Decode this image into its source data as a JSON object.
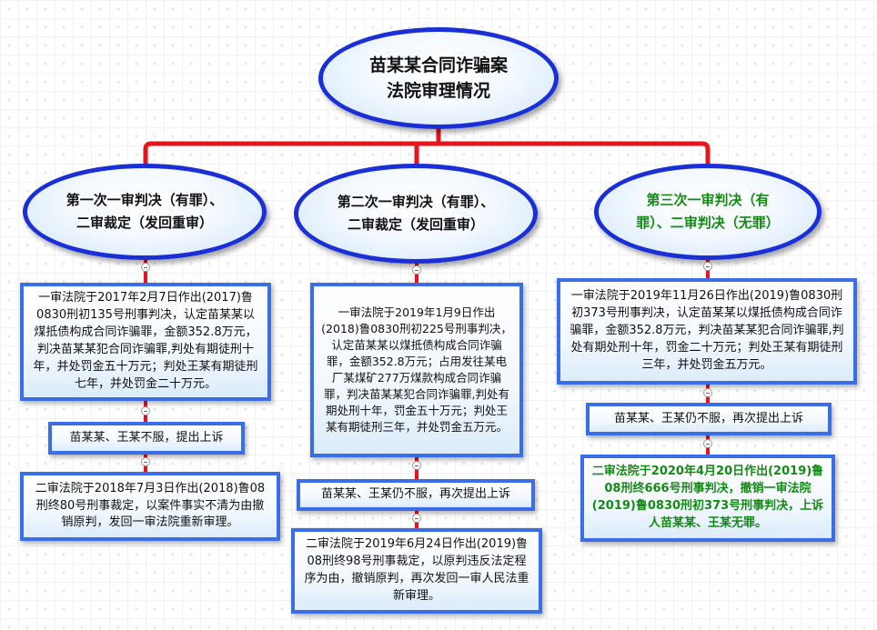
{
  "root": {
    "line1": "苗某某合同诈骗案",
    "line2": "法院审理情况"
  },
  "branches": [
    {
      "title_line1": "第一次一审判决（有罪）、",
      "title_line2": "二审裁定（发回重审）",
      "boxes": [
        "一审法院于2017年2月7日作出(2017)鲁0830刑初135号刑事判决，认定苗某某以煤抵债构成合同诈骗罪，金额352.8万元，判决苗某某犯合同诈骗罪,判处有期徒刑十年，并处罚金五十万元；判处王某有期徒刑七年，并处罚金二十万元。",
        "苗某某、王某不服，提出上诉",
        "二审法院于2018年7月3日作出(2018)鲁08刑终80号刑事裁定，以案件事实不清为由撤销原判，发回一审法院重新审理。"
      ]
    },
    {
      "title_line1": "第二次一审判决（有罪）、",
      "title_line2": "二审裁定（发回重审）",
      "boxes": [
        "一审法院于2019年1月9日作出(2018)鲁0830刑初225号刑事判决，认定苗某某以煤抵债构成合同诈骗罪，金额352.8万元；占用发往某电厂某煤矿277万煤款构成合同诈骗罪，判决苗某某犯合同诈骗罪,判处有期处刑十年，罚金五十万元；判处王某有期徒刑三年，并处罚金五万元。",
        "苗某某、王某仍不服，再次提出上诉",
        "二审法院于2019年6月24日作出(2019)鲁08刑终98号刑事裁定，以原判违反法定程序为由，撤销原判，再次发回一审人民法重新审理。"
      ]
    },
    {
      "title_line1": "第三次一审判决（有",
      "title_line2": "罪）、二审判决（无罪）",
      "boxes": [
        "一审法院于2019年11月26日作出(2019)鲁0830刑初373号刑事判决，认定苗某某以煤抵债构成合同诈骗罪，金额352.8万元，判决苗某某犯合同诈骗罪,判处有期处刑十年，罚金二十万元；判处王某有期徒刑三年，并处罚金五万元。",
        "苗某某、王某仍不服，再次提出上诉",
        "二审法院于2020年4月20日作出(2019)鲁08刑终666号刑事判决，撤销一审法院(2019)鲁0830刑初373号刑事判决，上诉人苗某某、王某无罪。"
      ]
    }
  ],
  "colors": {
    "connector": "#e8141c",
    "ellipse_border": "#1a2fd6",
    "box_border": "#3a6ee8",
    "acquittal_text": "#138a13"
  }
}
